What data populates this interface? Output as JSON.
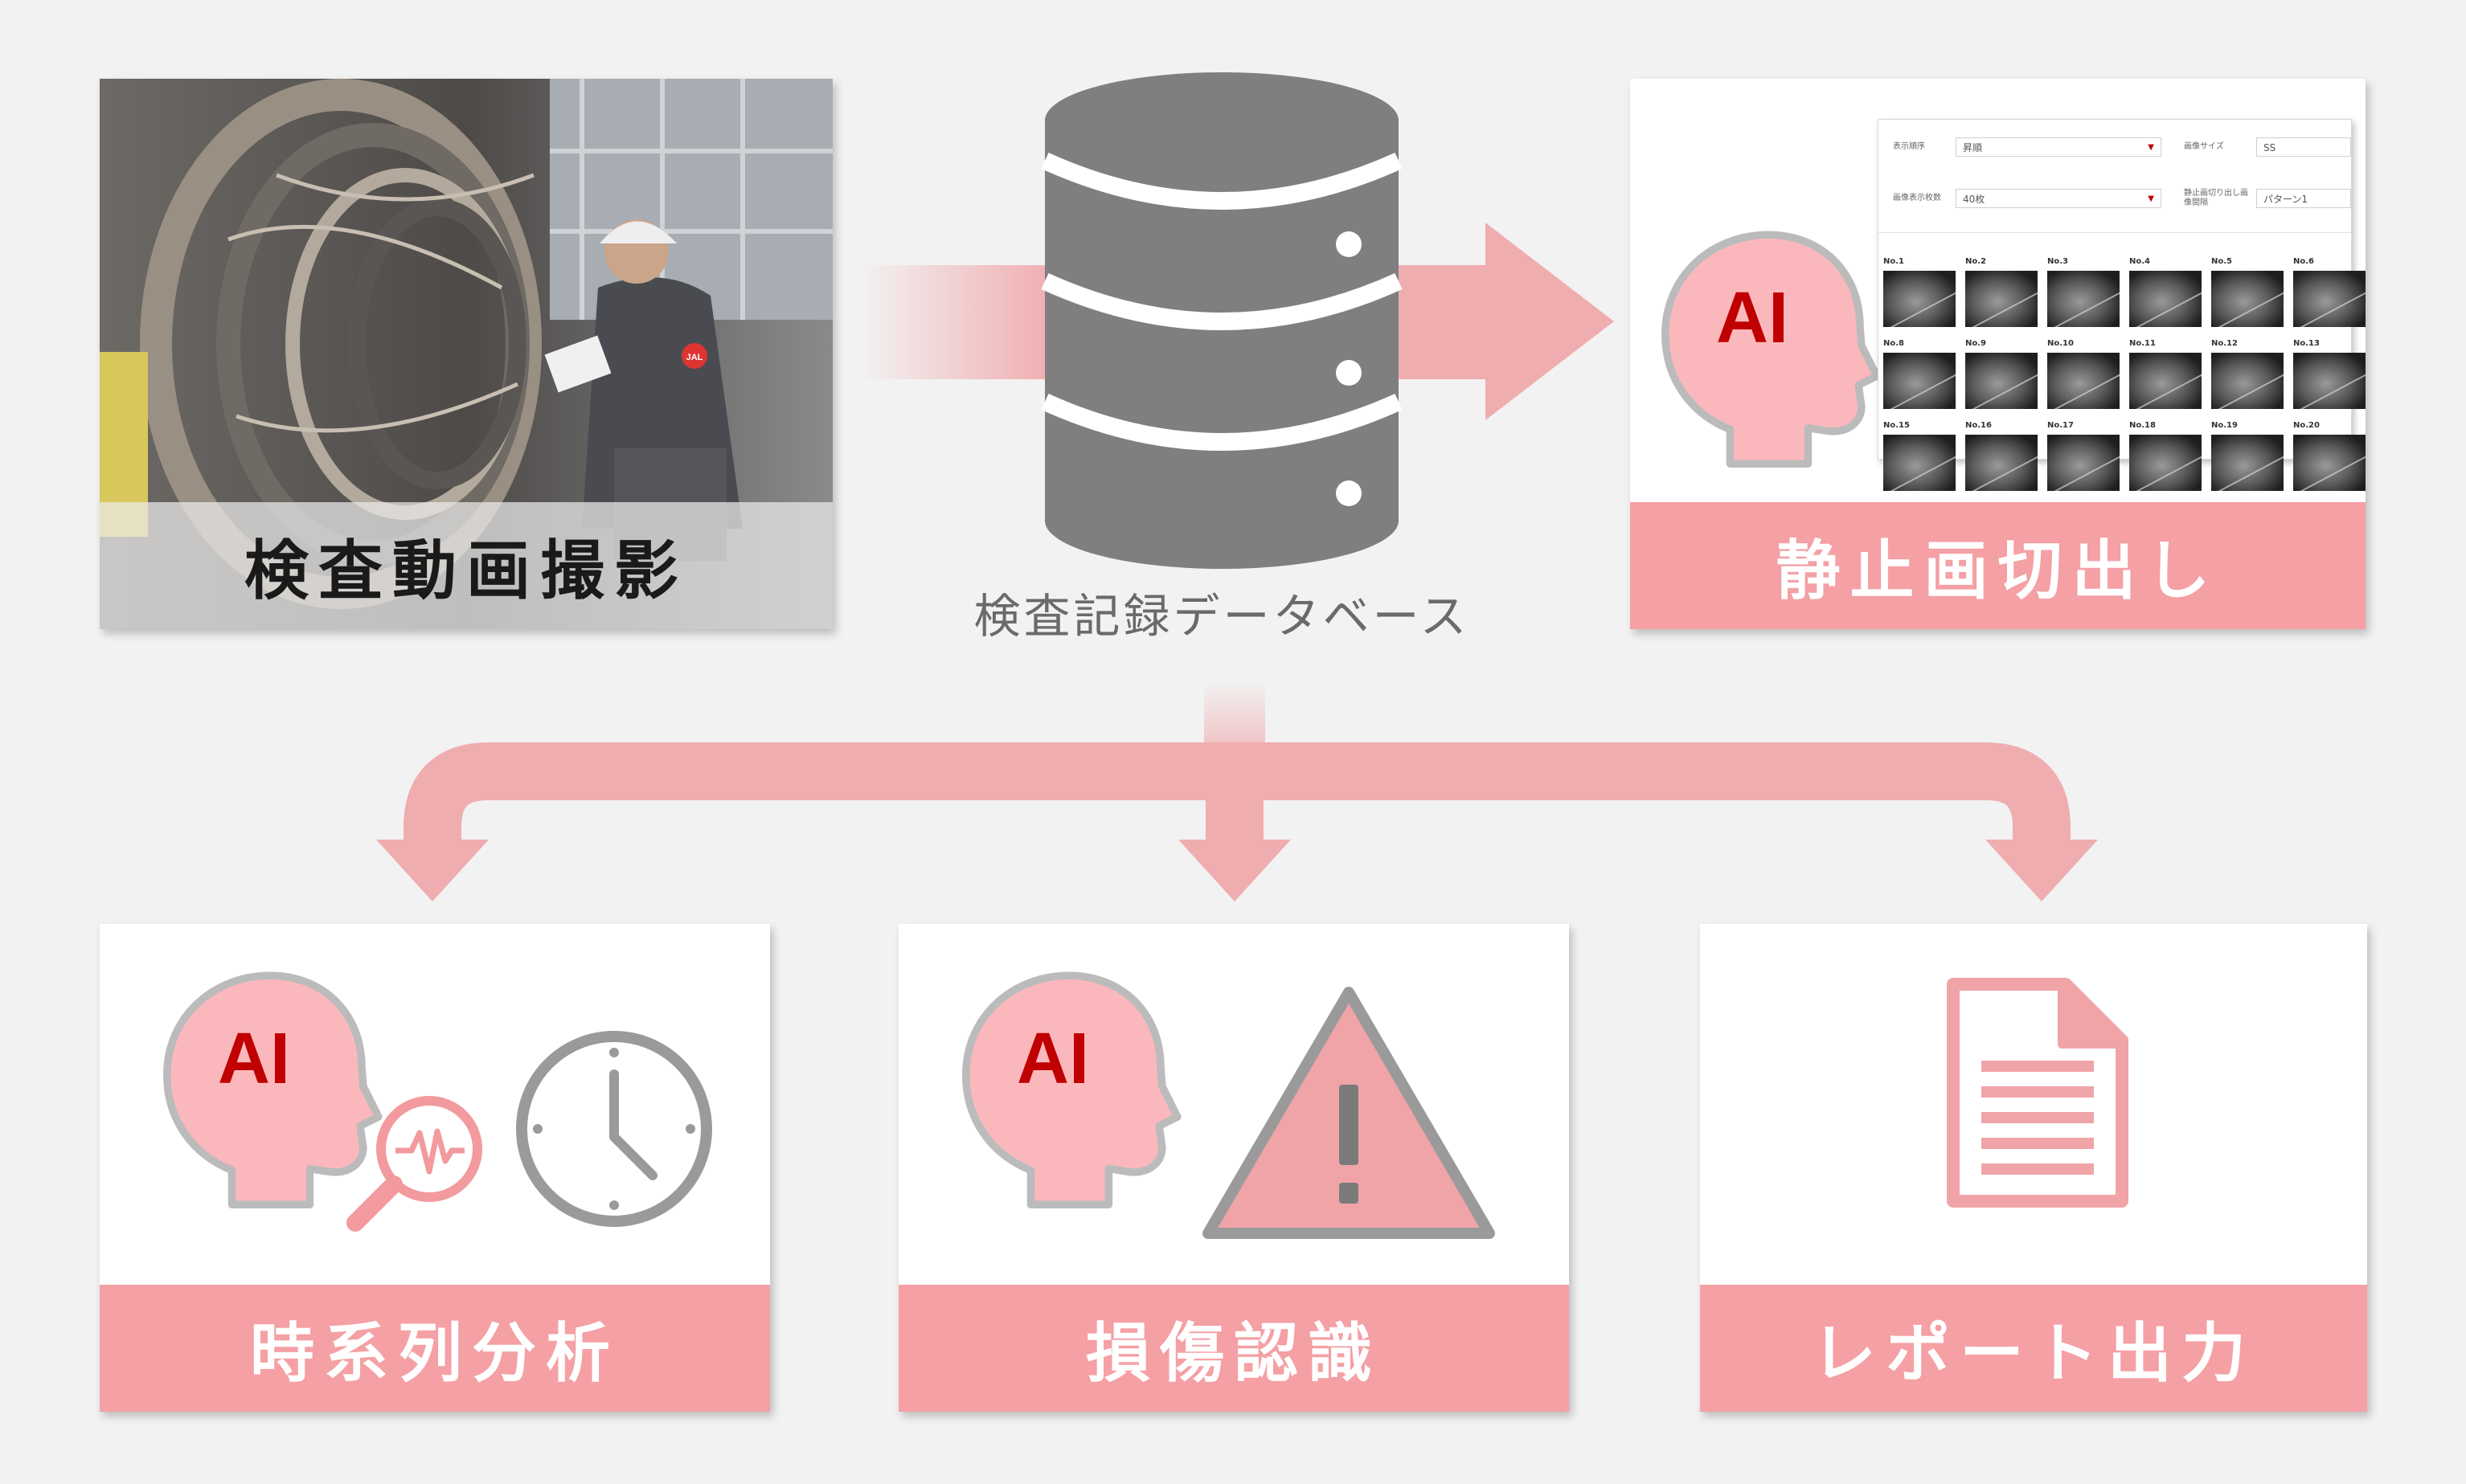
{
  "photo_card": {
    "label": "検査動画撮影",
    "image": "engine-inspection-photo",
    "logo_text": "JAL"
  },
  "database": {
    "caption": "検査記録データベース",
    "icon": "database-icon"
  },
  "still_card": {
    "label": "静止画切出し",
    "ai_badge": "AI",
    "ui": {
      "field1_label": "表示順序",
      "field1_value": "昇順",
      "field2_label": "画像表示枚数",
      "field2_value": "40枚",
      "field3_label": "画像サイズ",
      "field3_value": "SS",
      "field4_label": "静止画切り出し画像間隔",
      "field4_value": "パターン1",
      "thumbnails": [
        "No.1",
        "No.2",
        "No.3",
        "No.4",
        "No.5",
        "No.6",
        "No.8",
        "No.9",
        "No.10",
        "No.11",
        "No.12",
        "No.13",
        "No.15",
        "No.16",
        "No.17",
        "No.18",
        "No.19",
        "No.20"
      ]
    }
  },
  "bottom_cards": [
    {
      "label": "時系列分析",
      "ai_badge": "AI",
      "icons": [
        "ai-head-icon",
        "magnifier-waveform-icon",
        "clock-icon"
      ]
    },
    {
      "label": "損傷認識",
      "ai_badge": "AI",
      "icons": [
        "ai-head-icon",
        "warning-triangle-icon"
      ]
    },
    {
      "label": "レポート出力",
      "icons": [
        "document-icon"
      ]
    }
  ],
  "colors": {
    "accent_pink": "#f4a0a4",
    "arrow_pink": "#f0adb0",
    "head_fill": "#fbb8bc",
    "ai_red": "#c00000",
    "db_gray": "#7f7f7f",
    "background": "#f2f2f2"
  }
}
